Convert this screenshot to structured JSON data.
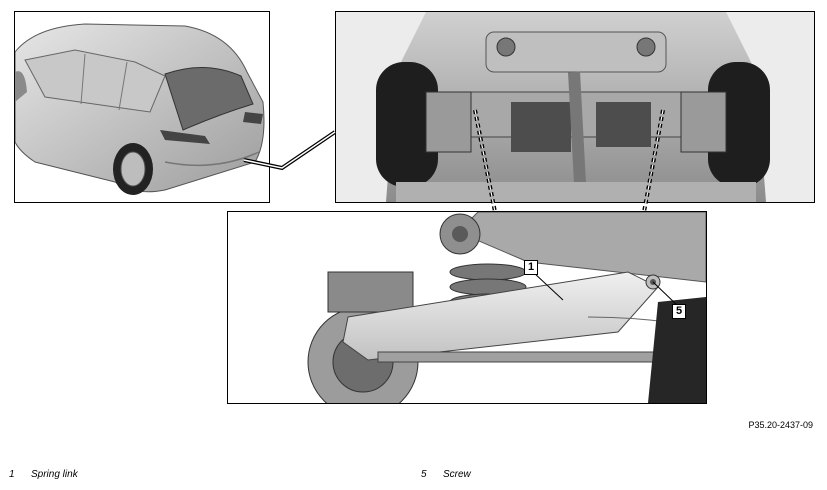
{
  "figure_code": "P35.20-2437-09",
  "callouts": {
    "one": "1",
    "five": "5"
  },
  "legend": [
    {
      "number": "1",
      "label": "Spring link"
    },
    {
      "number": "5",
      "label": "Screw"
    }
  ],
  "colors": {
    "line": "#000000",
    "body_light": "#d9d9d9",
    "body_mid": "#b5b5b5",
    "body_dark": "#5a5a5a",
    "tire": "#1e1e1e"
  },
  "icons": [
    "car-rear-view-illustration",
    "underbody-illustration",
    "spring-link-detail-illustration"
  ]
}
